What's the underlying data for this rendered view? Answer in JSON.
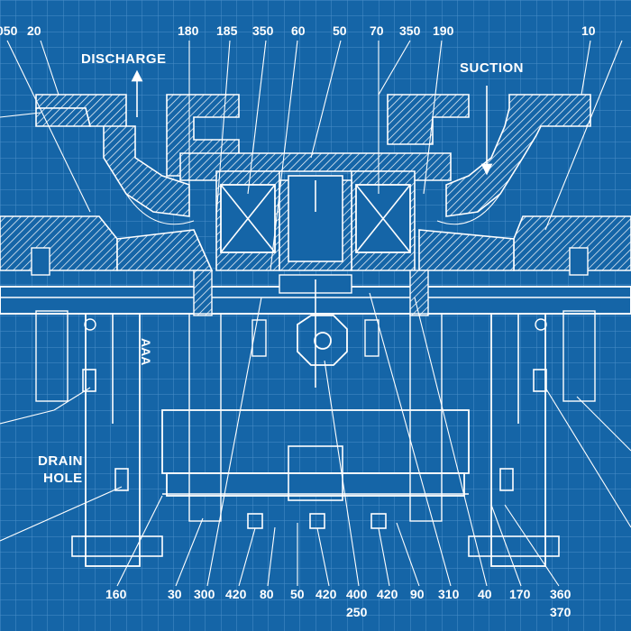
{
  "annotations": {
    "discharge": "DISCHARGE",
    "suction": "SUCTION",
    "drain_line1": "DRAIN",
    "drain_line2": "HOLE"
  },
  "top_callouts": [
    "050",
    "20",
    "180",
    "185",
    "350",
    "60",
    "50",
    "70",
    "350",
    "190",
    "10"
  ],
  "bottom_callouts": [
    "160",
    "30",
    "300",
    "420",
    "80",
    "50",
    "420",
    "400",
    "250",
    "420",
    "90",
    "310",
    "40",
    "170",
    "360",
    "370"
  ],
  "colors": {
    "background": "#1565a7",
    "grid": "#3f86c1",
    "lines": "#ffffff"
  }
}
